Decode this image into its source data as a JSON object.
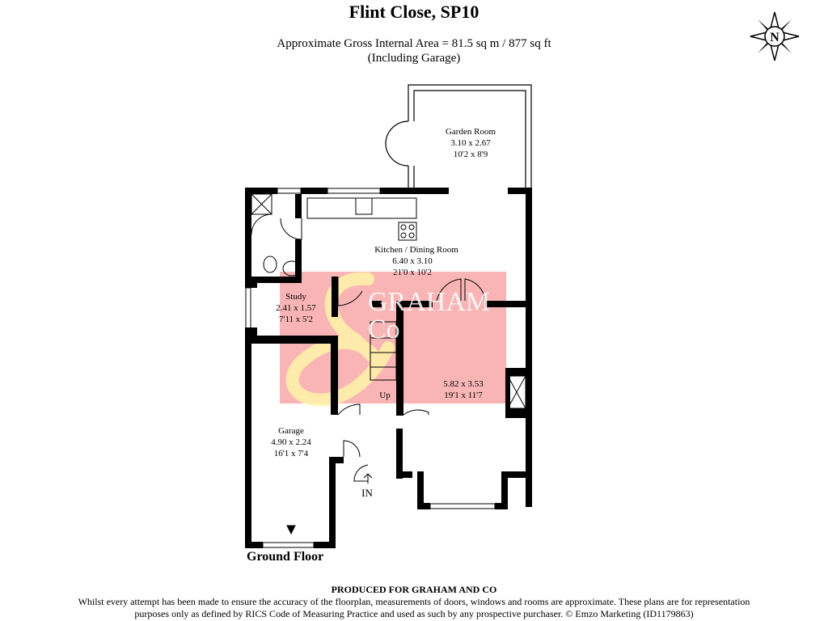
{
  "header": {
    "title": "Flint Close, SP10",
    "area_line": "Approximate Gross Internal Area = 81.5 sq m / 877 sq ft",
    "area_note": "(Including Garage)"
  },
  "compass": {
    "label": "N"
  },
  "rooms": [
    {
      "name": "Garden Room",
      "metric": "3.10 x 2.67",
      "imperial": "10'2 x 8'9"
    },
    {
      "name": "Kitchen / Dining Room",
      "metric": "6.40 x 3.10",
      "imperial": "21'0 x 10'2"
    },
    {
      "name": "Study",
      "metric": "2.41 x 1.57",
      "imperial": "7'11 x 5'2"
    },
    {
      "name": "",
      "metric": "5.82 x 3.53",
      "imperial": "19'1 x 11'7"
    },
    {
      "name": "Garage",
      "metric": "4.90 x 2.24",
      "imperial": "16'1 x 7'4"
    }
  ],
  "labels": {
    "stairs": "Up",
    "entrance": "IN"
  },
  "watermark": {
    "line1": "GRAHAM",
    "line2": "Co"
  },
  "floor_label": "Ground Floor",
  "footer": {
    "produced": "PRODUCED FOR GRAHAM AND CO",
    "disclaimer_1": "Whilst every attempt has been made to ensure the accuracy of the floorplan, measurements of doors, windows and rooms are approximate. These plans are for representation",
    "disclaimer_2": "purposes only as defined by RICS Code of Measuring Practice and used as such by any prospective purchaser. © Emzo Marketing (ID1179863)"
  }
}
